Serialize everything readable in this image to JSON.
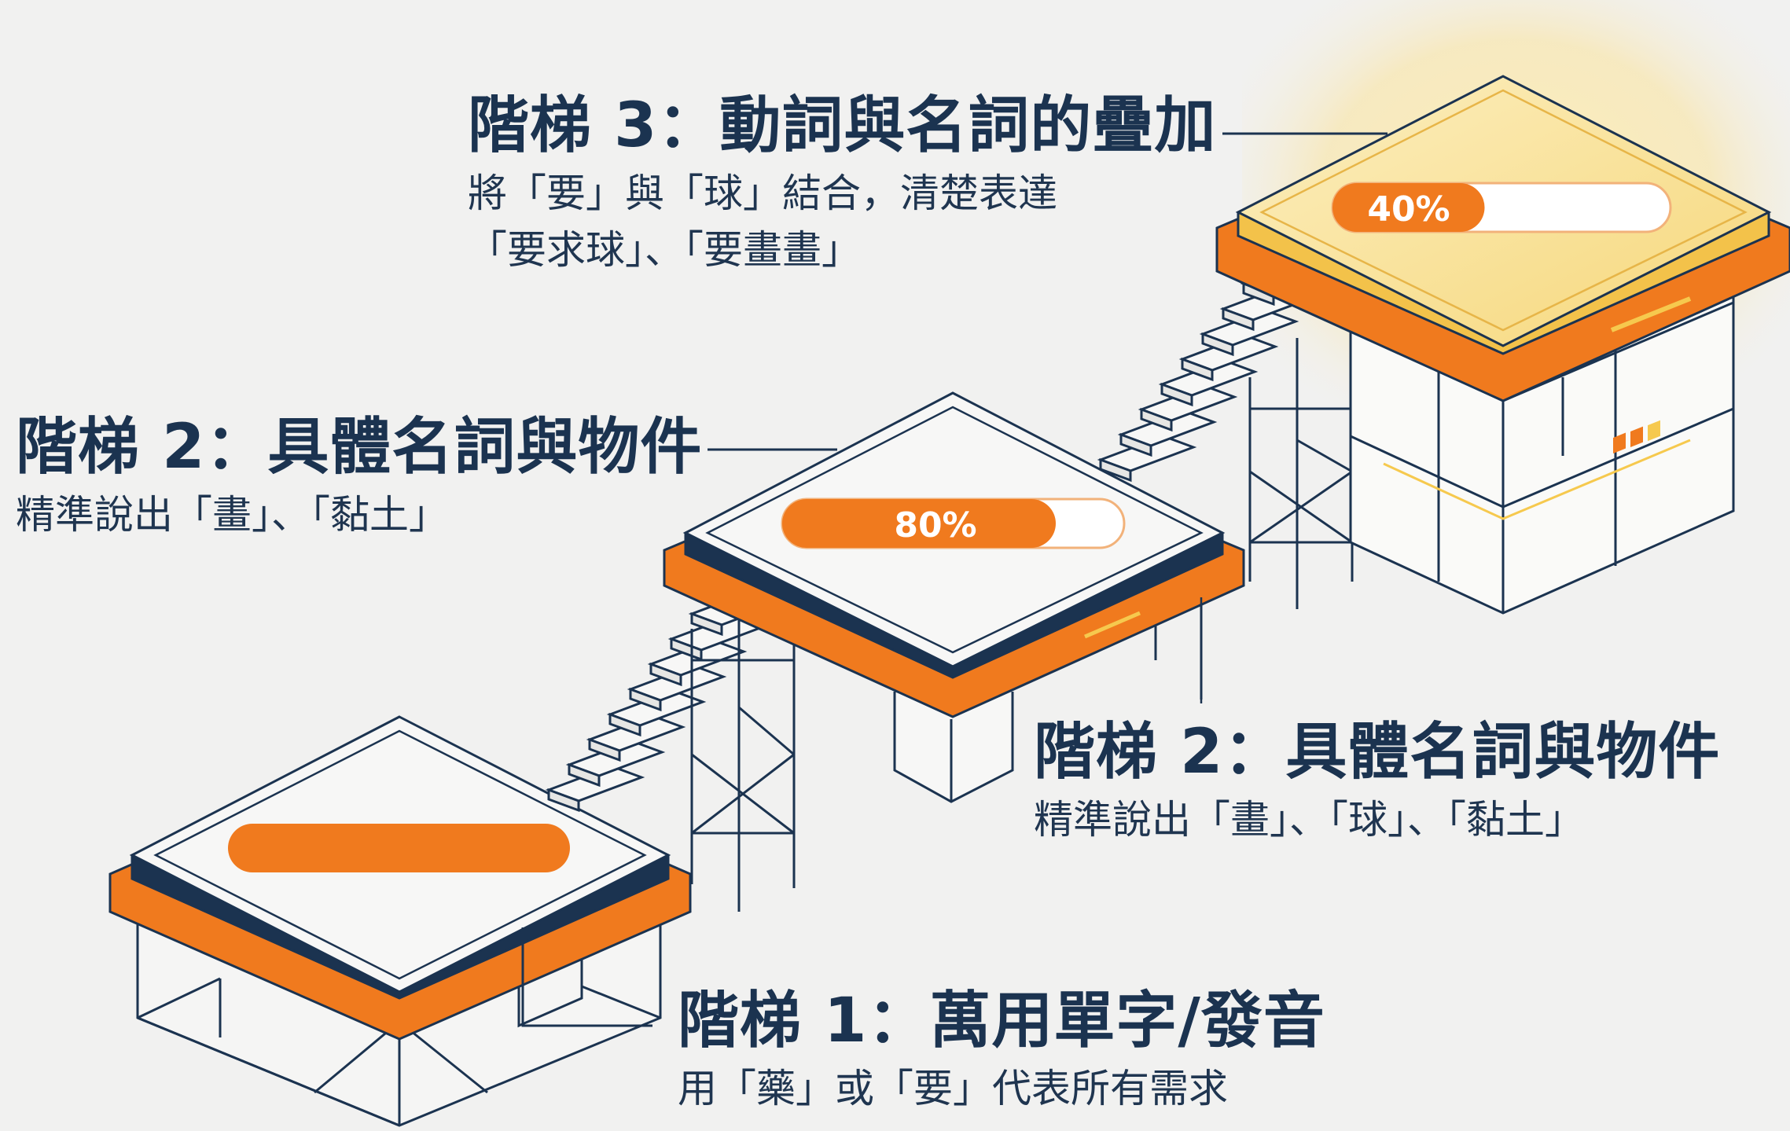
{
  "steps": [
    {
      "id": "step3",
      "title": "階梯 3：動詞與名詞的疊加",
      "lines": [
        "將「要」與「球」結合，清楚表達",
        "「要求球」、「要畫畫」"
      ],
      "progress_label": "40%",
      "progress": 0.45
    },
    {
      "id": "step2-left",
      "title": "階梯 2：具體名詞與物件",
      "lines": [
        "精準說出「畫」、「黏土」"
      ],
      "progress_label": "80%",
      "progress": 0.8
    },
    {
      "id": "step2-right",
      "title": "階梯 2：具體名詞與物件",
      "lines": [
        "精準說出「畫」、「球」、「黏土」"
      ]
    },
    {
      "id": "step1",
      "title": "階梯 1：萬用單字/發音",
      "lines": [
        "用「藥」或「要」代表所有需求"
      ],
      "progress": 1.0
    }
  ],
  "colors": {
    "navy": "#1b3350",
    "orange": "#f07a1e",
    "gold": "#f6c94e",
    "background": "#f1f1f0"
  }
}
